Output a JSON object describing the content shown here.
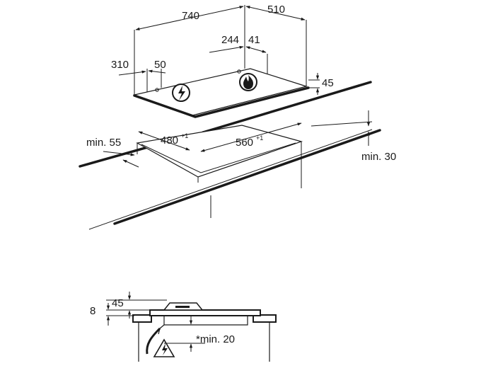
{
  "diagram": {
    "top_view": {
      "width_label": "740",
      "depth_label": "510",
      "burner_offset_a": "244",
      "burner_offset_b": "41",
      "left_offset": "310",
      "knob_offset": "50",
      "height_label": "45",
      "cutout_depth": "480",
      "cutout_depth_tol": "+1",
      "cutout_width": "560",
      "cutout_width_tol": "+1",
      "min_front": "min. 55",
      "min_worktop": "min. 30"
    },
    "side_view": {
      "height_label": "45",
      "thickness_label": "8",
      "min_clearance": "*min. 20"
    }
  }
}
